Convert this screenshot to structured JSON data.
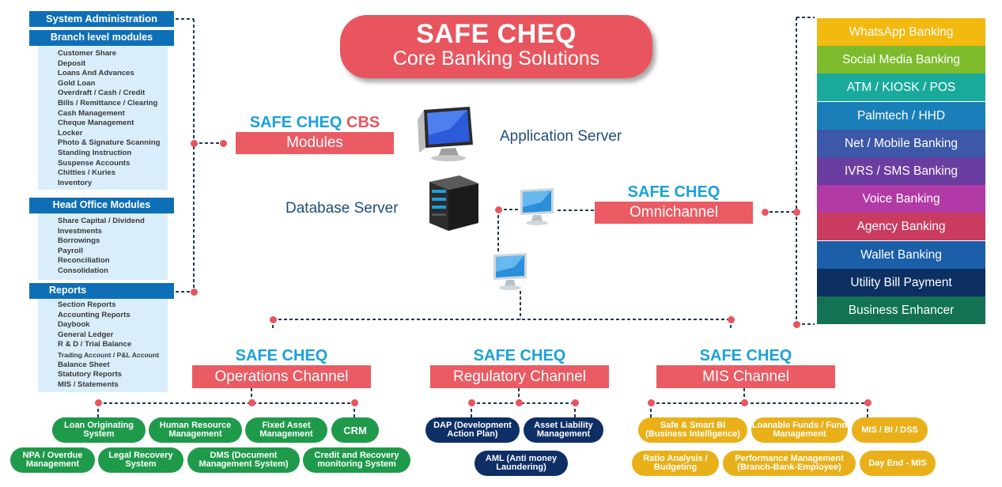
{
  "title": {
    "main": "SAFE CHEQ",
    "sub": "Core Banking Solutions"
  },
  "left_panel": {
    "system_admin": "System Administration",
    "branch_header": "Branch level modules",
    "branch_items": [
      "Customer Share",
      "Deposit",
      "Loans And Advances",
      "Gold Loan",
      "Overdraft / Cash / Credit",
      "Bills / Remittance / Clearing",
      "Cash Management",
      "Cheque Management",
      "Locker",
      "Photo & Signature Scanning",
      "Standing Instruction",
      "Suspense Accounts",
      "Chitties / Kuries",
      "Inventory"
    ],
    "head_office_header": "Head Office Modules",
    "head_office_items": [
      "Share Capital / Dividend",
      "Investments",
      "Borrowings",
      "Payroll",
      "Reconciliation",
      "Consolidation"
    ],
    "reports_header": "Reports",
    "reports_items": [
      "Section Reports",
      "Accounting Reports",
      "Daybook",
      "General Ledger",
      "R & D / Trial Balance",
      "Trading Account / P&L Account",
      "Balance Sheet",
      "Statutory Reports",
      "MIS / Statements"
    ]
  },
  "cbs": {
    "brand": "SAFE CHEQ",
    "brand_suffix": "CBS",
    "bar": "Modules"
  },
  "servers": {
    "application": "Application Server",
    "database": "Database Server"
  },
  "omni": {
    "brand": "SAFE CHEQ",
    "bar": "Omnichannel"
  },
  "channels": [
    {
      "label": "WhatsApp Banking",
      "color": "#f2b90f"
    },
    {
      "label": "Social Media Banking",
      "color": "#7dbb2c"
    },
    {
      "label": "ATM / KIOSK / POS",
      "color": "#1aaa9b"
    },
    {
      "label": "Palmtech / HHD",
      "color": "#1a7fb8"
    },
    {
      "label": "Net / Mobile Banking",
      "color": "#3d58a8"
    },
    {
      "label": "IVRS / SMS Banking",
      "color": "#6a3ea1"
    },
    {
      "label": "Voice Banking",
      "color": "#b23aa6"
    },
    {
      "label": "Agency Banking",
      "color": "#c93b5f"
    },
    {
      "label": "Wallet Banking",
      "color": "#1a5fa8"
    },
    {
      "label": "Utility Bill Payment",
      "color": "#0d3063"
    },
    {
      "label": "Business Enhancer",
      "color": "#127253"
    }
  ],
  "operations": {
    "brand": "SAFE CHEQ",
    "bar": "Operations Channel",
    "items": [
      "Loan Originating System",
      "Human Resource Management",
      "Fixed Asset Management",
      "CRM",
      "NPA / Overdue Management",
      "Legal Recovery System",
      "DMS (Document Management System)",
      "Credit and Recovery monitoring System"
    ]
  },
  "regulatory": {
    "brand": "SAFE CHEQ",
    "bar": "Regulatory Channel",
    "items": [
      "DAP (Development Action Plan)",
      "Asset Liability Management",
      "AML (Anti money Laundering)"
    ]
  },
  "mis": {
    "brand": "SAFE CHEQ",
    "bar": "MIS Channel",
    "items": [
      "Safe & Smart BI (Business Intelligence)",
      "Loanable Funds / Fund Management",
      "MIS / BI / DSS",
      "Ratio Analysis / Budgeting",
      "Performance Management (Branch-Bank-Employee)",
      "Day End - MIS"
    ]
  }
}
